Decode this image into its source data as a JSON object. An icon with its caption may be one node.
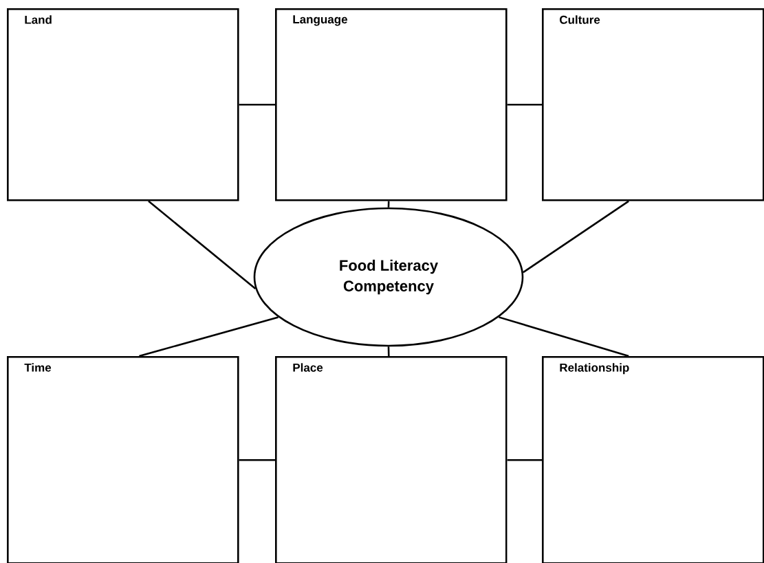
{
  "diagram": {
    "nodes": [
      {
        "text": [
          "Land"
        ]
      },
      {
        "text": [
          "Language"
        ]
      },
      {
        "text": [
          "Culture"
        ]
      },
      {
        "text": [
          "Food Literacy Competency"
        ]
      },
      {
        "text": [
          "Time"
        ]
      },
      {
        "text": [
          "Place"
        ]
      },
      {
        "text": [
          "Relationship"
        ]
      }
    ],
    "edges": [
      {
        "from": 0,
        "to": 1,
        "arrow": "none"
      },
      {
        "from": 1,
        "to": 2,
        "arrow": "none"
      },
      {
        "from": 1,
        "to": 3,
        "arrow": "none"
      },
      {
        "from": 0,
        "to": 3,
        "arrow": "none"
      },
      {
        "from": 2,
        "to": 3,
        "arrow": "none"
      },
      {
        "from": 3,
        "to": 4,
        "arrow": "none"
      },
      {
        "from": 3,
        "to": 5,
        "arrow": "none"
      },
      {
        "from": 3,
        "to": 6,
        "arrow": "none"
      },
      {
        "from": 4,
        "to": 5,
        "arrow": "none"
      },
      {
        "from": 5,
        "to": 6,
        "arrow": "none"
      }
    ]
  }
}
